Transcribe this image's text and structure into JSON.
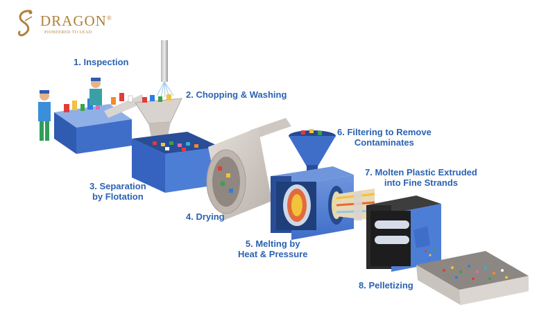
{
  "brand": {
    "name": "DRAGON",
    "registered_mark": "®",
    "tagline": "PIONEERED TO LEAD"
  },
  "colors": {
    "label_text": "#2a62b2",
    "machine_blue": "#3f6ec9",
    "machine_dark": "#1f3f7a",
    "drum_gray": "#cfc8c2",
    "brand_gold": "#b0803a"
  },
  "steps": [
    {
      "label": "1. Inspection"
    },
    {
      "label": "2. Chopping & Washing"
    },
    {
      "line1": "3. Separation",
      "line2": "by Flotation"
    },
    {
      "label": "4. Drying"
    },
    {
      "line1": "5. Melting by",
      "line2": "Heat & Pressure"
    },
    {
      "line1": "6. Filtering to Remove",
      "line2": "Contaminates"
    },
    {
      "line1": "7. Molten Plastic Extruded",
      "line2": "into Fine Strands"
    },
    {
      "label": "8. Pelletizing"
    }
  ]
}
